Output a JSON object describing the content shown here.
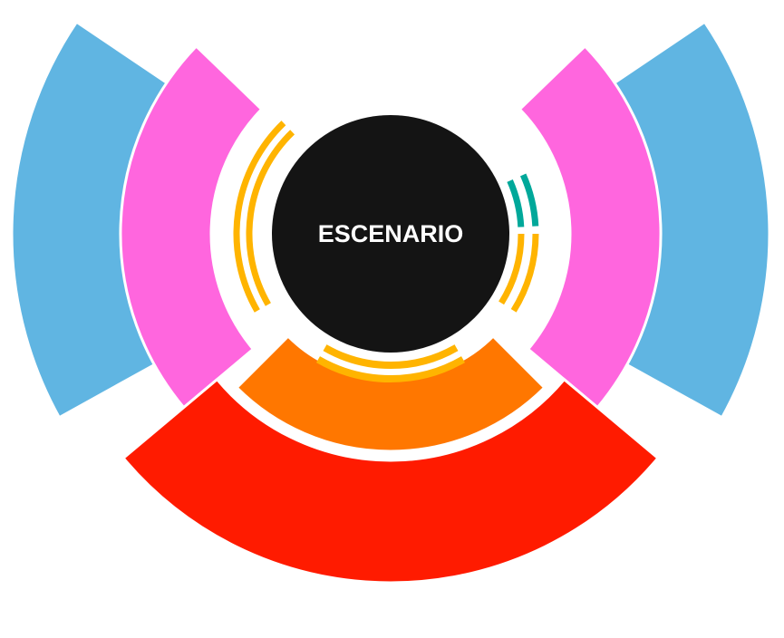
{
  "stage": {
    "label": "ESCENARIO",
    "color": "#141414"
  },
  "sections": [
    {
      "id": "side-left-blue-upper",
      "color": "#0045B8"
    },
    {
      "id": "side-left-blue-lower",
      "color": "#60B5E2"
    },
    {
      "id": "side-left-pink",
      "color": "#FF66DE"
    },
    {
      "id": "side-right-blue-upper",
      "color": "#0045B8"
    },
    {
      "id": "side-right-blue-lower",
      "color": "#60B5E2"
    },
    {
      "id": "side-right-pink",
      "color": "#FF66DE"
    },
    {
      "id": "front-orange",
      "color": "#FF7700"
    },
    {
      "id": "back-red",
      "color": "#FF1B00"
    },
    {
      "id": "stage-ring-left",
      "color": "#FFB400"
    },
    {
      "id": "stage-ring-right",
      "color": "#FFB400"
    },
    {
      "id": "stage-ring-right-accent",
      "color": "#00A89A"
    },
    {
      "id": "stage-ring-front",
      "color": "#FFB400"
    }
  ]
}
